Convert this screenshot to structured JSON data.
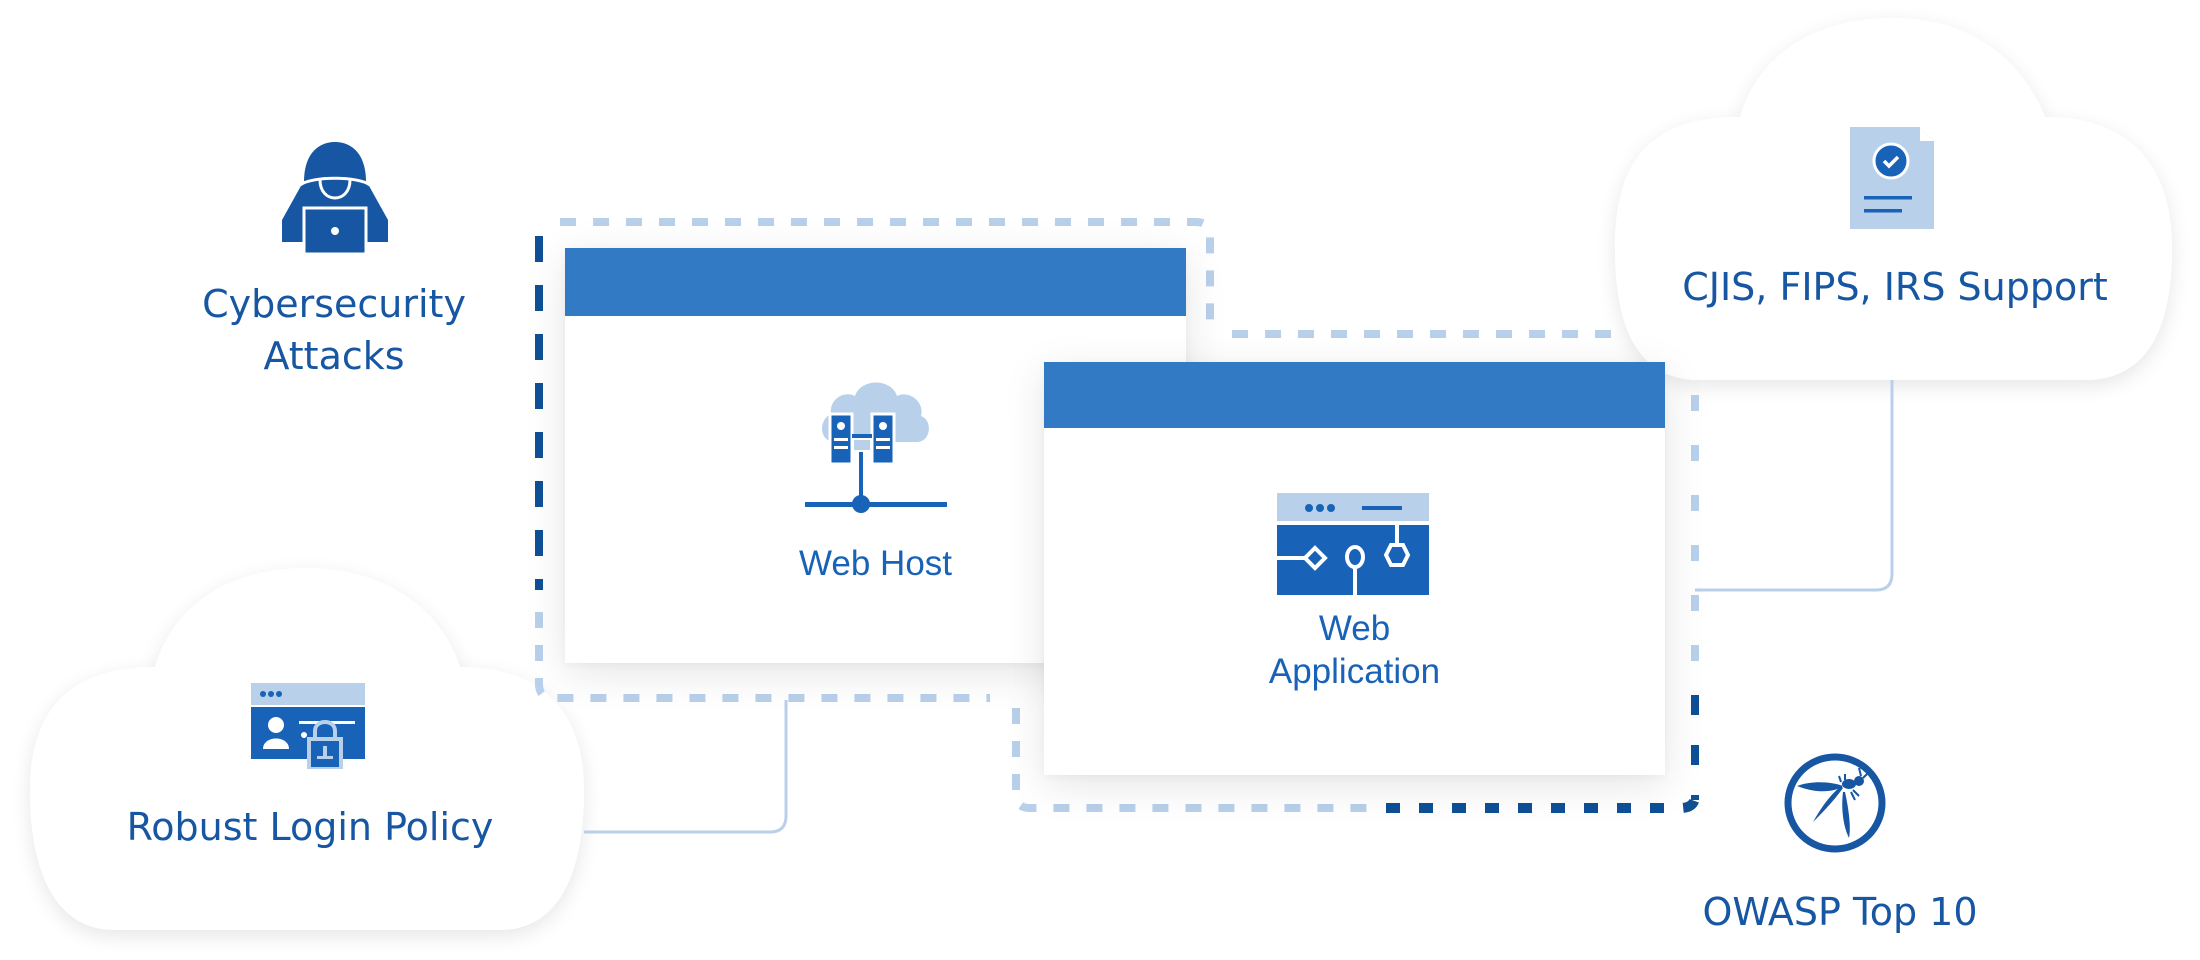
{
  "diagram": {
    "title": "Web security coverage diagram",
    "colors": {
      "primary_blue": "#1862B8",
      "text_blue": "#1656A2",
      "header_blue": "#337AC4",
      "light_blue": "#B8D0E9",
      "dark_dash_blue": "#0F4F96"
    },
    "nodes": {
      "cybersecurity": {
        "icon": "hacker-icon",
        "line1": "Cybersecurity",
        "line2": "Attacks"
      },
      "compliance": {
        "icon": "certified-document-icon",
        "label": "CJIS, FIPS, IRS Support"
      },
      "login": {
        "icon": "secure-login-icon",
        "label": "Robust Login Policy"
      },
      "owasp": {
        "icon": "owasp-wasp-logo-icon",
        "label": "OWASP Top 10"
      },
      "web_host": {
        "icon": "cloud-server-network-icon",
        "label": "Web Host"
      },
      "web_app": {
        "icon": "web-app-circuit-icon",
        "line1": "Web",
        "line2": "Application"
      }
    },
    "connections": [
      {
        "from": "login",
        "to": "web_host"
      },
      {
        "from": "compliance",
        "to": "web_app"
      }
    ]
  }
}
